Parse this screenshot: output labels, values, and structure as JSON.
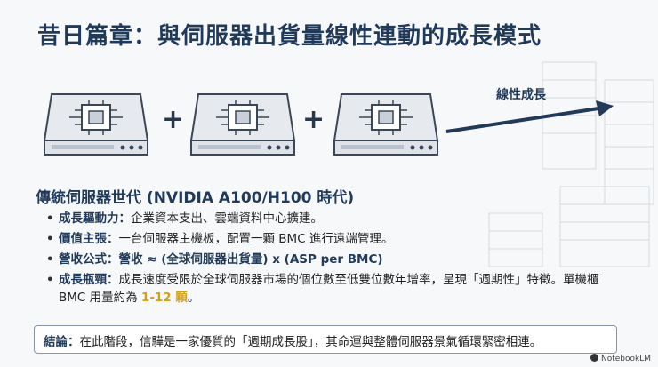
{
  "title": "昔日篇章：與伺服器出貨量線性連動的成長模式",
  "diagram": {
    "plus_symbol": "+",
    "growth_label": "線性成長"
  },
  "section": {
    "heading": "傳統伺服器世代 (NVIDIA A100/H100 時代)",
    "bullets": [
      {
        "label": "成長驅動力：",
        "text": "企業資本支出、雲端資料中心擴建。"
      },
      {
        "label": "價值主張：",
        "text": "一台伺服器主機板，配置一顆 BMC 進行遠端管理。"
      },
      {
        "label": "營收公式：",
        "text": "營收 ≈ (全球伺服器出貨量) x (ASP per BMC)"
      },
      {
        "label": "成長瓶頸：",
        "text": "成長速度受限於全球伺服器市場的個位數至低雙位數年增率，呈現「週期性」特徵。單機櫃 BMC 用量約為 ",
        "highlight": "1-12 顆",
        "suffix": "。"
      }
    ]
  },
  "conclusion": {
    "label": "結論：",
    "text": "在此階段，信驊是一家優質的「週期成長股」，其命運與整體伺服器景氣循環緊密相連。"
  },
  "brand": "NotebookLM",
  "colors": {
    "heading": "#1f3a5a",
    "highlight": "#d4a017",
    "background": "#f7f8fa"
  }
}
